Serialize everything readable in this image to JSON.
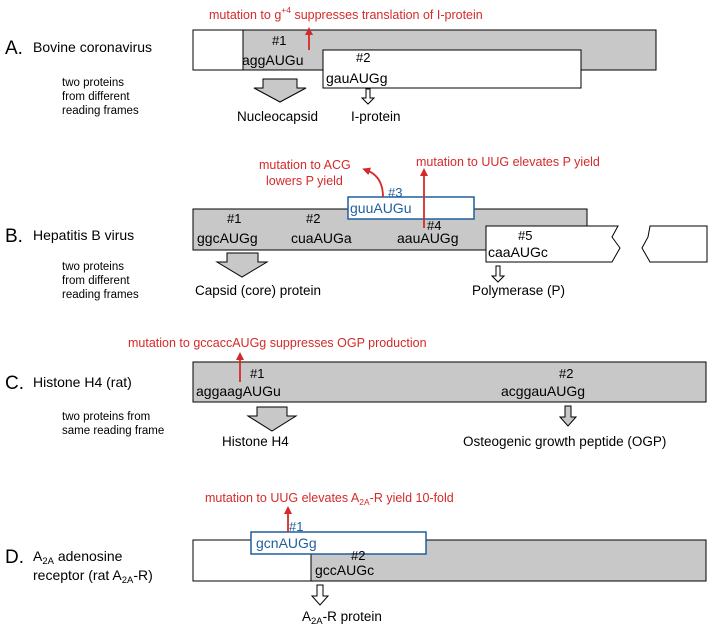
{
  "colors": {
    "annotation_red": "#d42a2a",
    "uorf_blue": "#1f5f9e",
    "shade_gray": "#c8c8c8",
    "stroke": "#000000"
  },
  "panels": [
    {
      "letter": "A.",
      "title": "Bovine coronavirus",
      "note_lines": [
        "two proteins",
        "from different",
        "reading frames"
      ],
      "mutation_text": "mutation to g",
      "mutation_sup": "+4",
      "mutation_text_after": " suppresses translation of I-protein",
      "sites": [
        {
          "num": "#1",
          "seq": "aggAUGu"
        },
        {
          "num": "#2",
          "seq": "gauAUGg"
        }
      ],
      "products": [
        "Nucleocapsid",
        "I-protein"
      ]
    },
    {
      "letter": "B.",
      "title": "Hepatitis B virus",
      "note_lines": [
        "two proteins",
        "from different",
        "reading frames"
      ],
      "mutation_left_lines": [
        "mutation to ACG",
        "lowers P yield"
      ],
      "mutation_right": "mutation to UUG elevates P yield",
      "sites": [
        {
          "num": "#1",
          "seq": "ggcAUGg"
        },
        {
          "num": "#2",
          "seq": "cuaAUGa"
        },
        {
          "num": "#3",
          "seq": "guuAUGu"
        },
        {
          "num": "#4",
          "seq": "aauAUGg"
        },
        {
          "num": "#5",
          "seq": "caaAUGc"
        }
      ],
      "products": [
        "Capsid (core) protein",
        "Polymerase (P)"
      ]
    },
    {
      "letter": "C.",
      "title": "Histone H4 (rat)",
      "note_lines": [
        "two proteins from",
        "same reading frame"
      ],
      "mutation_text": "mutation to gccaccAUGg suppresses OGP production",
      "sites": [
        {
          "num": "#1",
          "seq": "aggaagAUGu"
        },
        {
          "num": "#2",
          "seq": "acggauAUGg"
        }
      ],
      "products": [
        "Histone H4",
        "Osteogenic growth peptide (OGP)"
      ]
    },
    {
      "letter": "D.",
      "title_pre": "A",
      "title_sub": "2A",
      "title_post": " adenosine",
      "title_line2_pre": "receptor (rat A",
      "title_line2_sub": "2A",
      "title_line2_post": "-R)",
      "mutation_pre": "mutation to UUG elevates A",
      "mutation_sub": "2A",
      "mutation_post": "-R yield 10-fold",
      "sites": [
        {
          "num": "#1",
          "seq": "gcnAUGg"
        },
        {
          "num": "#2",
          "seq": "gccAUGc"
        }
      ],
      "product_pre": "A",
      "product_sub": "2A",
      "product_post": "-R protein"
    }
  ]
}
